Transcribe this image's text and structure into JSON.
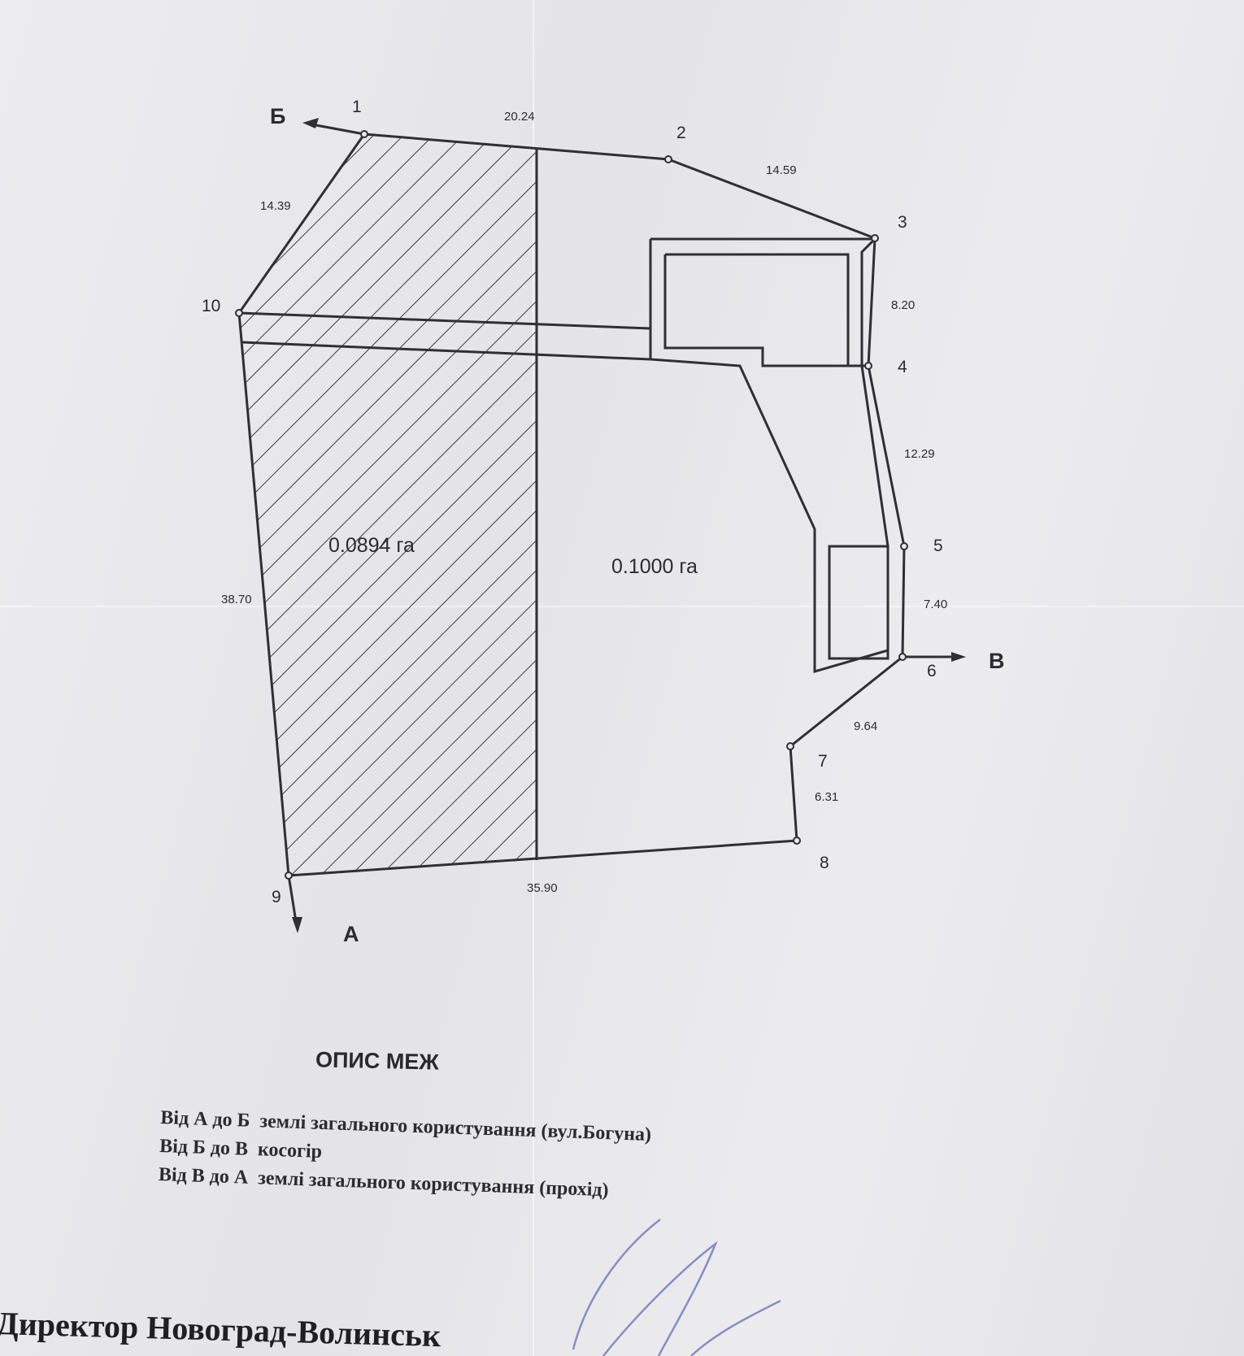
{
  "plan": {
    "points": [
      "1",
      "2",
      "3",
      "4",
      "5",
      "6",
      "7",
      "8",
      "9",
      "10"
    ],
    "lengths": [
      "20.24",
      "14.59",
      "8.20",
      "12.29",
      "7.40",
      "9.64",
      "6.31",
      "35.90",
      "38.70",
      "14.39"
    ],
    "directions": {
      "a": "А",
      "b": "Б",
      "c": "В"
    },
    "areas": {
      "hatched": "0.0894 га",
      "plain": "0.1000 га"
    }
  },
  "title": "ОПИС МЕЖ",
  "boundaries": [
    {
      "from": "Від А до Б",
      "text": "землі загального користування (вул.Богуна)"
    },
    {
      "from": "Від Б до В",
      "text": "косогір"
    },
    {
      "from": "Від В до А",
      "text": "землі загального користування (прохід)"
    }
  ],
  "footer": "Директор Новоград-Волинськ"
}
